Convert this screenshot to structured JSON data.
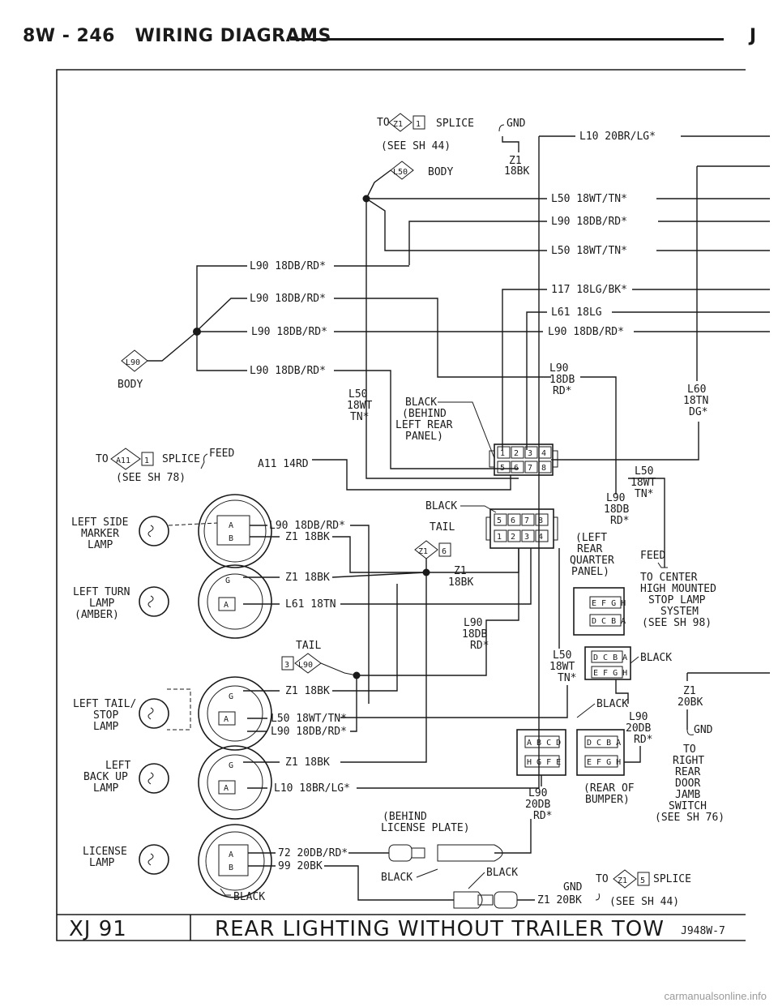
{
  "header": {
    "page": "8W - 246",
    "section": "WIRING DIAGRAMS",
    "model": "J"
  },
  "footer": {
    "vehicle": "XJ 91",
    "title": "REAR LIGHTING WITHOUT TRAILER TOW",
    "code": "J948W-7"
  },
  "watermark": "carmanualsonline.info",
  "labels": {
    "to_z1_1": "TO",
    "z1": "Z1",
    "pin1": "1",
    "splice": "SPLICE",
    "see_sh44": "(SEE SH 44)",
    "gnd": "GND",
    "l50": "L50",
    "body": "BODY",
    "z1_18bk_a": "Z1",
    "z1_18bk_b": "18BK",
    "w_l10": "L10 20BR/LG*",
    "w_l50_1": "L50 18WT/TN*",
    "w_l90_1": "L90 18DB/RD*",
    "w_l50_2": "L50 18WT/TN*",
    "w_117": "117 18LG/BK*",
    "w_l61": "L61 18LG",
    "w_l90_2": "L90 18DB/RD*",
    "l_l90_a": "L90 18DB/RD*",
    "l_l90_b": "L90 18DB/RD*",
    "l_l90_c": "L90 18DB/RD*",
    "l_l90_d": "L90 18DB/RD*",
    "l90_sym": "L90",
    "body2": "BODY",
    "l50_v1": "L50",
    "l50_v2": "18WT",
    "l50_v3": "TN*",
    "black1": "BLACK",
    "behind1": "(BEHIND",
    "behind2": "LEFT REAR",
    "behind3": "PANEL)",
    "l90_r1": "L90",
    "l90_r2": "18DB",
    "l90_r3": "RD*",
    "l60_1": "L60",
    "l60_2": "18TN",
    "l60_3": "DG*",
    "to_a11": "TO",
    "a11": "A11",
    "splice2": "SPLICE",
    "feed1": "FEED",
    "w_a11": "A11 14RD",
    "see_sh78": "(SEE SH 78)",
    "c_top": [
      "5",
      "6",
      "7",
      "8"
    ],
    "c_bot": [
      "1",
      "2",
      "3",
      "4"
    ],
    "l50_r1": "L50",
    "l50_r2": "18WT",
    "l50_r3": "TN*",
    "l90_q1": "L90",
    "l90_q2": "18DB",
    "l90_q3": "RD*",
    "left_rq1": "(LEFT",
    "left_rq2": "REAR",
    "left_rq3": "QUARTER",
    "left_rq4": "PANEL)",
    "feed2": "FEED",
    "chmsl1": "TO CENTER",
    "chmsl2": "HIGH MOUNTED",
    "chmsl3": "STOP LAMP",
    "chmsl4": "SYSTEM",
    "chmsl5": "(SEE SH 98)",
    "black2": "BLACK",
    "tail": "TAIL",
    "z1b": "Z1",
    "pin6": "6",
    "z1_v1": "Z1",
    "z1_v2": "18BK",
    "lsm1": "LEFT SIDE",
    "lsm2": "MARKER",
    "lsm3": "LAMP",
    "w_lsm_a": "L90 18DB/RD*",
    "w_lsm_b": "Z1 18BK",
    "pin_a": "A",
    "pin_b": "B",
    "ltl1": "LEFT TURN",
    "ltl2": "LAMP",
    "ltl3": "(AMBER)",
    "w_ltl_z1": "Z1 18BK",
    "w_ltl_l61": "L61 18TN",
    "pin_g": "G",
    "pin_a2": "A",
    "tail2": "TAIL",
    "pin3": "3",
    "l90_t": "L90",
    "l90_m1": "L90",
    "l90_m2": "18DB",
    "l90_m3": "RD*",
    "l50_m1": "L50",
    "l50_m2": "18WT",
    "l50_m3": "TN*",
    "black3": "BLACK",
    "lts1": "LEFT TAIL/",
    "lts2": "STOP",
    "lts3": "LAMP",
    "w_lts_z1": "Z1 18BK",
    "w_lts_l50": "L50 18WT/TN*",
    "w_lts_l90": "L90 18DB/RD*",
    "black4": "BLACK",
    "l90_n1": "L90",
    "l90_n2": "20DB",
    "l90_n3": "RD*",
    "z1_g1": "Z1",
    "z1_g2": "20BK",
    "gnd2": "GND",
    "rdj1": "TO",
    "rdj2": "RIGHT",
    "rdj3": "REAR",
    "rdj4": "DOOR",
    "rdj5": "JAMB",
    "rdj6": "SWITCH",
    "rdj7": "(SEE SH 76)",
    "lbu1": "LEFT",
    "lbu2": "BACK UP",
    "lbu3": "LAMP",
    "w_lbu_z1": "Z1 18BK",
    "w_lbu_l10": "L10 18BR/LG*",
    "conn_abcd": [
      "A",
      "B",
      "C",
      "D"
    ],
    "conn_hgfe": [
      "H",
      "G",
      "F",
      "E"
    ],
    "conn_dcba": [
      "D",
      "C",
      "B",
      "A"
    ],
    "conn_efgh": [
      "E",
      "F",
      "G",
      "H"
    ],
    "l90_p1": "L90",
    "l90_p2": "20DB",
    "l90_p3": "RD*",
    "rob1": "(REAR OF",
    "rob2": "BUMPER)",
    "blp1": "(BEHIND",
    "blp2": "LICENSE PLATE)",
    "lic1": "LICENSE",
    "lic2": "LAMP",
    "w_72": "72 20DB/RD*",
    "w_99": "99 20BK",
    "black5": "BLACK",
    "black6": "BLACK",
    "black7": "BLACK",
    "gnd3": "GND",
    "w_z1_20": "Z1 20BK",
    "to_z1_5": "TO",
    "z1c": "Z1",
    "pin5": "5",
    "splice3": "SPLICE",
    "see_sh44b": "(SEE SH 44)"
  }
}
